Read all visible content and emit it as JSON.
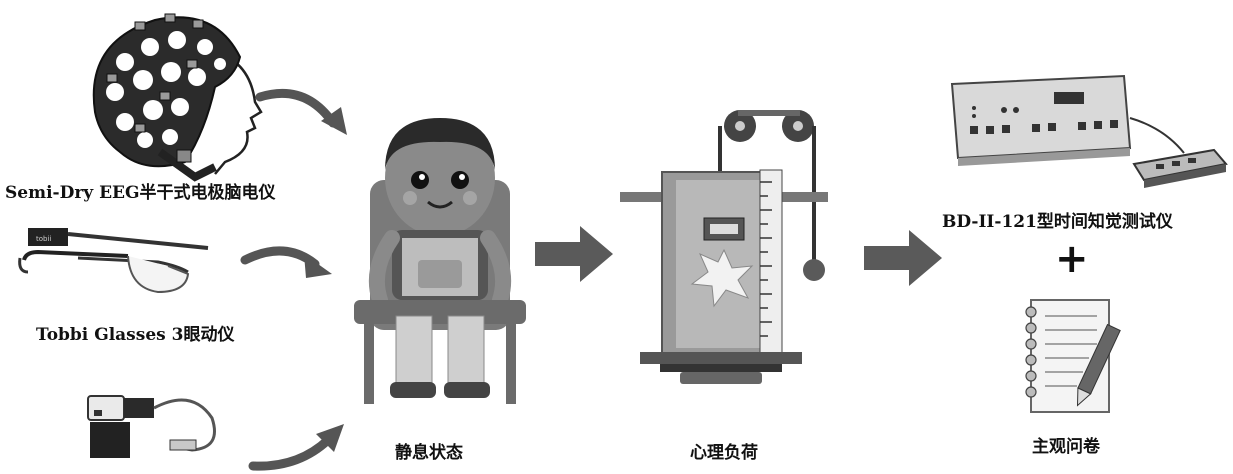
{
  "devices": {
    "eeg_label": "Semi-Dry EEG半干式电极脑电仪",
    "eye_label": "Tobbi Glasses 3眼动仪"
  },
  "stages": {
    "rest_label": "静息状态",
    "load_label": "心理负荷",
    "test_label": "BD-II-121型时间知觉测试仪",
    "plus": "+",
    "questionnaire_label": "主观问卷"
  },
  "colors": {
    "arrow": "#555555",
    "flow_arrow": "#5a5a5a"
  }
}
